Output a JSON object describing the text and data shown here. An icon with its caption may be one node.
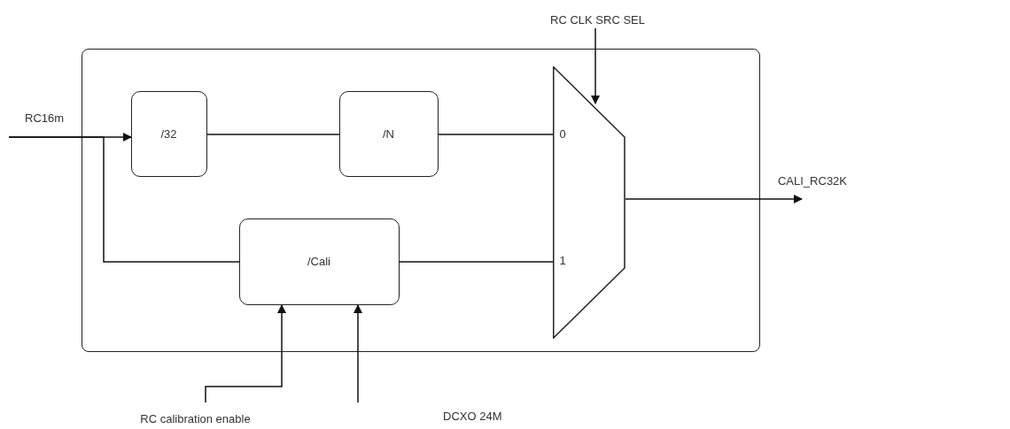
{
  "diagram": {
    "nodes": [
      {
        "text": [],
        "shape": "box"
      },
      {
        "text": [
          "/32"
        ],
        "in": 0
      },
      {
        "text": [
          "/N"
        ],
        "in": 0
      },
      {
        "text": [
          "/Cali"
        ],
        "in": 0
      },
      {
        "text": [
          "0",
          "1"
        ],
        "in": 0
      },
      {
        "text": [
          "RC16m"
        ]
      },
      {
        "text": [
          "RC CLK SRC SEL"
        ]
      },
      {
        "text": [
          "CALI_RC32K"
        ]
      },
      {
        "text": [
          "RC calibration enable"
        ]
      }
    ],
    "edges": [
      {
        "from": 5,
        "to": 1,
        "arrow": "to"
      },
      {
        "from": 5,
        "to": 3,
        "arrow": "none"
      },
      {
        "from": 1,
        "to": 2,
        "arrow": "none"
      },
      {
        "from": 2,
        "to": 4,
        "arrow": "none"
      },
      {
        "from": 3,
        "to": 4,
        "arrow": "none"
      },
      {
        "from": 6,
        "to": 4,
        "arrow": "to"
      },
      {
        "from": 4,
        "to": 7,
        "arrow": "to"
      },
      {
        "from": 8,
        "to": 3,
        "arrow": "to"
      },
      {
        "from": null,
        "to": 3,
        "arrow": "to"
      }
    ],
    "labels": [
      "DCXO 24M"
    ]
  }
}
